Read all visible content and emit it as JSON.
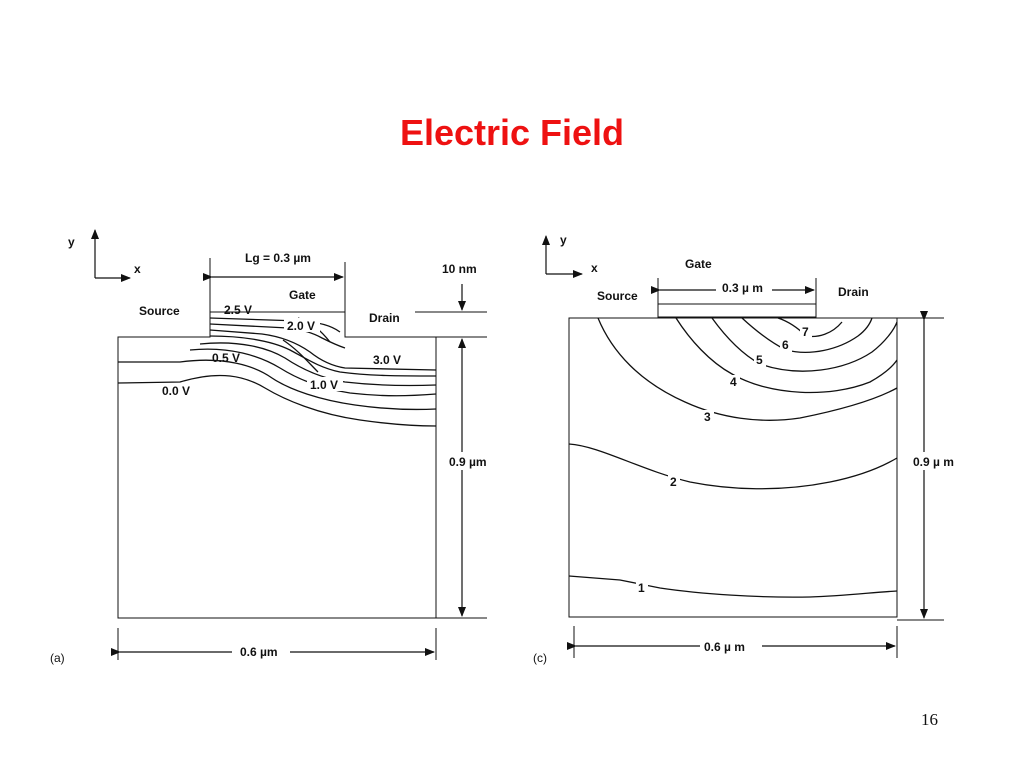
{
  "slide": {
    "title": "Electric Field",
    "page_number": "16"
  },
  "panel_a": {
    "axis_y": "y",
    "axis_x": "x",
    "source": "Source",
    "gate": "Gate",
    "drain": "Drain",
    "gate_length": "Lg = 0.3 µm",
    "oxide": "10 nm",
    "contours": [
      "2.5 V",
      "2.0 V",
      "0.5 V",
      "3.0 V",
      "1.0 V",
      "0.0 V"
    ],
    "depth": "0.9 µm",
    "width": "0.6 µm",
    "caption": "(a)"
  },
  "panel_c": {
    "axis_y": "y",
    "axis_x": "x",
    "source": "Source",
    "gate": "Gate",
    "drain": "Drain",
    "gate_length": "0.3 µ m",
    "contours": [
      "7",
      "6",
      "5",
      "4",
      "3",
      "2",
      "1"
    ],
    "depth": "0.9 µ m",
    "width": "0.6 µ m",
    "caption": "(c)"
  }
}
